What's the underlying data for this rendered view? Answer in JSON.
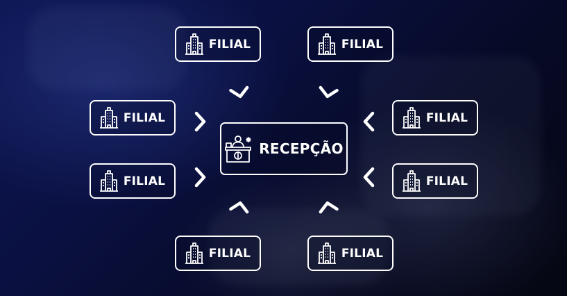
{
  "center": {
    "label": "RECEPÇÃO",
    "icon": "reception-desk-icon"
  },
  "branches": [
    {
      "label": "FILIAL",
      "icon": "building-icon"
    },
    {
      "label": "FILIAL",
      "icon": "building-icon"
    },
    {
      "label": "FILIAL",
      "icon": "building-icon"
    },
    {
      "label": "FILIAL",
      "icon": "building-icon"
    },
    {
      "label": "FILIAL",
      "icon": "building-icon"
    },
    {
      "label": "FILIAL",
      "icon": "building-icon"
    },
    {
      "label": "FILIAL",
      "icon": "building-icon"
    },
    {
      "label": "FILIAL",
      "icon": "building-icon"
    }
  ],
  "colors": {
    "background": "#0a1040",
    "foreground": "#ffffff"
  }
}
